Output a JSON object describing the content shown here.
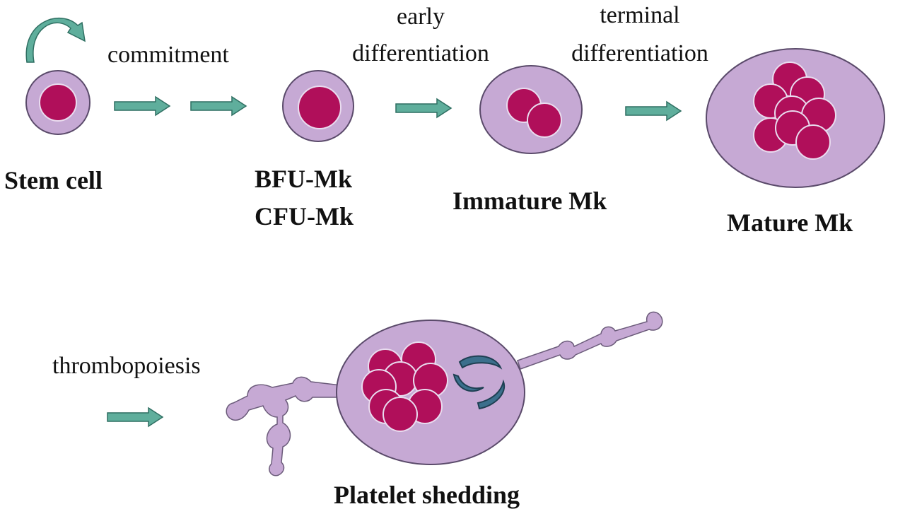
{
  "labels": {
    "stem_cell": "Stem cell",
    "bfu_mk": "BFU-Mk",
    "cfu_mk": "CFU-Mk",
    "immature_mk": "Immature Mk",
    "mature_mk": "Mature Mk",
    "platelet_shedding": "Platelet shedding"
  },
  "steps": {
    "commitment": "commitment",
    "early_line1": "early",
    "early_line2": "differentiation",
    "terminal_line1": "terminal",
    "terminal_line2": "differentiation",
    "thrombopoiesis": "thrombopoiesis"
  },
  "colors": {
    "cytoplasm": "#c6a9d4",
    "nucleus": "#b00f5a",
    "arrow": "#5fae9c",
    "arrow_outline": "#2f6f62",
    "granule": "#3b6f8c"
  },
  "icons": {
    "self_renewal": "curved-arrow-icon",
    "progression": "right-arrow-icon"
  }
}
